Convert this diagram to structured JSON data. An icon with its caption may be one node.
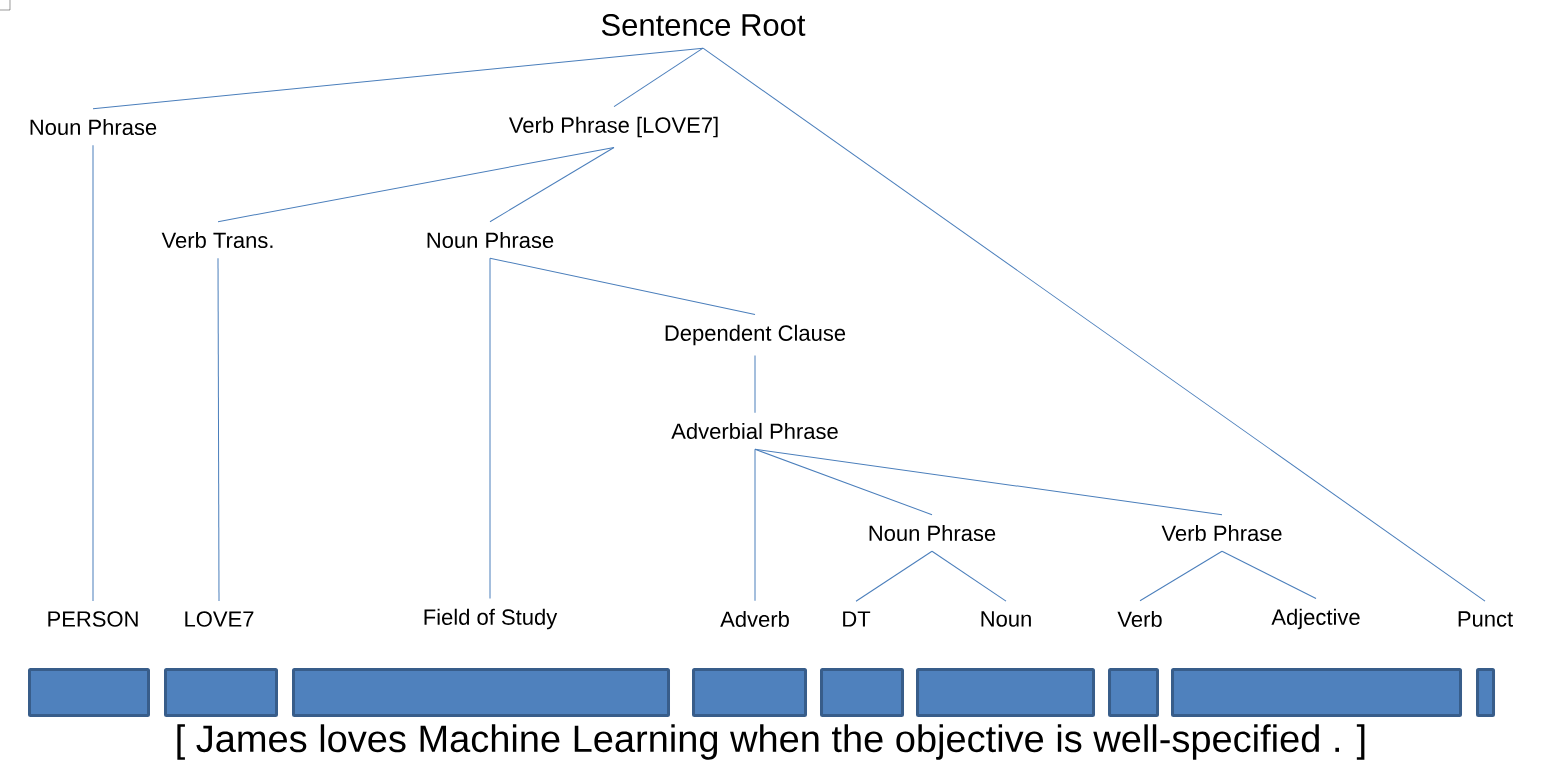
{
  "diagram": {
    "nodes": [
      {
        "text": [
          "Sentence Root"
        ]
      },
      {
        "text": [
          "Noun Phrase"
        ]
      },
      {
        "text": [
          "Verb Phrase [LOVE7]"
        ]
      },
      {
        "text": [
          "Verb Trans."
        ]
      },
      {
        "text": [
          "Noun Phrase"
        ]
      },
      {
        "text": [
          "Dependent Clause"
        ]
      },
      {
        "text": [
          "Adverbial Phrase"
        ]
      },
      {
        "text": [
          "Noun Phrase"
        ]
      },
      {
        "text": [
          "Verb Phrase"
        ]
      },
      {
        "text": [
          "PERSON"
        ]
      },
      {
        "text": [
          "LOVE7"
        ]
      },
      {
        "text": [
          "Field of Study"
        ]
      },
      {
        "text": [
          "Adverb"
        ]
      },
      {
        "text": [
          "DT"
        ]
      },
      {
        "text": [
          "Noun"
        ]
      },
      {
        "text": [
          "Verb"
        ]
      },
      {
        "text": [
          "Adjective"
        ]
      },
      {
        "text": [
          "Punct"
        ]
      },
      {
        "text": [],
        "shape": "bar"
      },
      {
        "text": [],
        "shape": "bar"
      },
      {
        "text": [],
        "shape": "bar"
      },
      {
        "text": [],
        "shape": "bar"
      },
      {
        "text": [],
        "shape": "bar"
      },
      {
        "text": [],
        "shape": "bar"
      },
      {
        "text": [],
        "shape": "bar"
      },
      {
        "text": [],
        "shape": "bar"
      },
      {
        "text": [],
        "shape": "bar"
      },
      {
        "text": [],
        "shape": "bar"
      }
    ],
    "edges": [
      {
        "from": 0,
        "to": 1,
        "arrow": "none"
      },
      {
        "from": 0,
        "to": 2,
        "arrow": "none"
      },
      {
        "from": 0,
        "to": 17,
        "arrow": "none"
      },
      {
        "from": 1,
        "to": 9,
        "arrow": "none"
      },
      {
        "from": 2,
        "to": 3,
        "arrow": "none"
      },
      {
        "from": 2,
        "to": 4,
        "arrow": "none"
      },
      {
        "from": 3,
        "to": 10,
        "arrow": "none"
      },
      {
        "from": 4,
        "to": 11,
        "arrow": "none"
      },
      {
        "from": 4,
        "to": 5,
        "arrow": "none"
      },
      {
        "from": 5,
        "to": 6,
        "arrow": "none"
      },
      {
        "from": 6,
        "to": 12,
        "arrow": "none"
      },
      {
        "from": 6,
        "to": 7,
        "arrow": "none"
      },
      {
        "from": 6,
        "to": 8,
        "arrow": "none"
      },
      {
        "from": 7,
        "to": 13,
        "arrow": "none"
      },
      {
        "from": 7,
        "to": 14,
        "arrow": "none"
      },
      {
        "from": 8,
        "to": 15,
        "arrow": "none"
      },
      {
        "from": 8,
        "to": 16,
        "arrow": "none"
      }
    ],
    "labels": [
      "[ James loves Machine Learning when the objective is well-specified . ]"
    ]
  }
}
